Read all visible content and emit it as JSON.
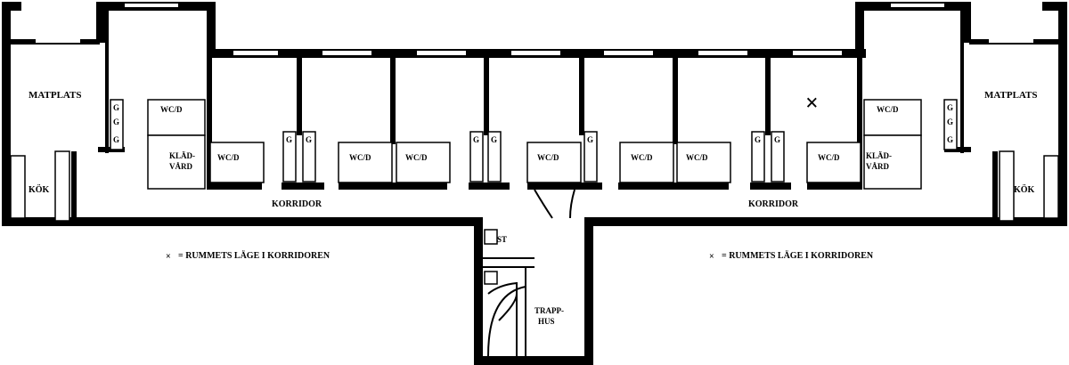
{
  "labels": {
    "dining_left": "MATPLATS",
    "dining_right": "MATPLATS",
    "kitchen_left": "KÖK",
    "kitchen_right": "KÖK",
    "corridor_left": "KORRIDOR",
    "corridor_right": "KORRIDOR",
    "wc": "WC/D",
    "wardrobe_line1": "KLÄD-",
    "wardrobe_line2": "VÅRD",
    "stairs_line1": "TRAPP-",
    "stairs_line2": "HUS",
    "storage": "ST",
    "cabinet": "G"
  },
  "legend": {
    "marker": "×",
    "text": "= RUMMETS LÄGE I KORRIDOREN"
  }
}
